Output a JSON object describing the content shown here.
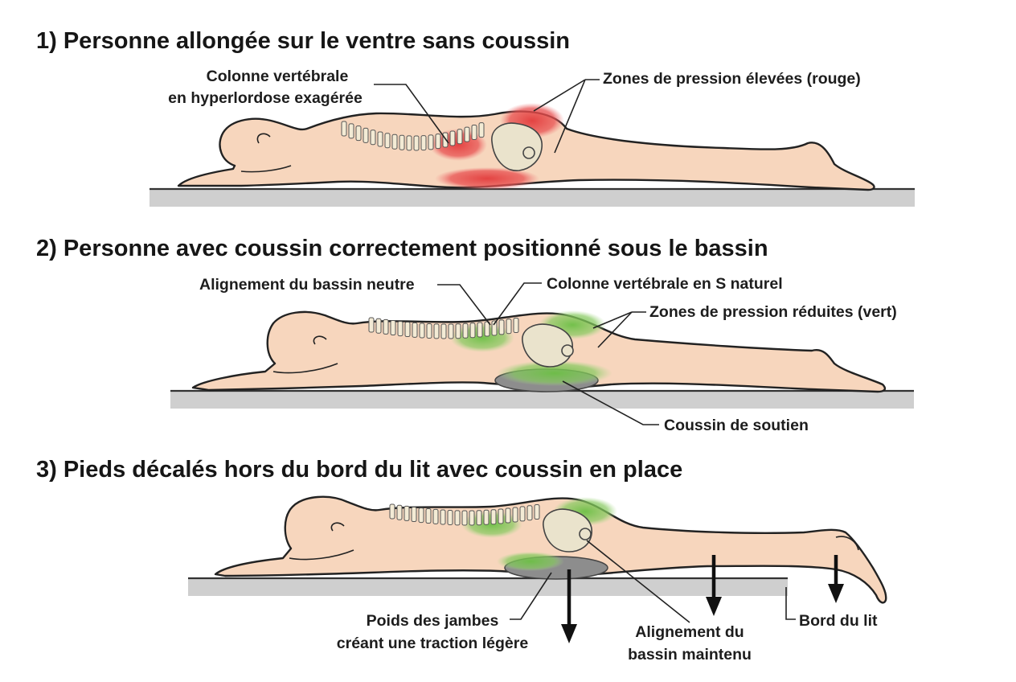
{
  "panels": [
    {
      "title": "1) Personne allongée sur le ventre sans coussin",
      "labels": {
        "spine_line1": "Colonne vertébrale",
        "spine_line2": "en hyperlordose exagérée",
        "pressure": "Zones de pression élevées (rouge)"
      }
    },
    {
      "title": "2) Personne avec coussin correctement positionné sous le bassin",
      "labels": {
        "pelvis_neutral": "Alignement du bassin neutre",
        "spine_s": "Colonne vertébrale en S naturel",
        "pressure_reduced": "Zones de pression réduites (vert)",
        "cushion": "Coussin de soutien"
      }
    },
    {
      "title": "3) Pieds décalés hors du bord du lit avec coussin en place",
      "labels": {
        "legs_line1": "Poids des jambes",
        "legs_line2": "créant une traction légère",
        "align_line1": "Alignement du",
        "align_line2": "bassin maintenu",
        "bed_edge": "Bord du lit"
      }
    }
  ],
  "colors": {
    "skin": "#f7d6bd",
    "pressure_high": "#e23b3b",
    "pressure_low": "#6cbf45",
    "cushion": "#8d8d8d",
    "bed": "#cfcfcf"
  }
}
